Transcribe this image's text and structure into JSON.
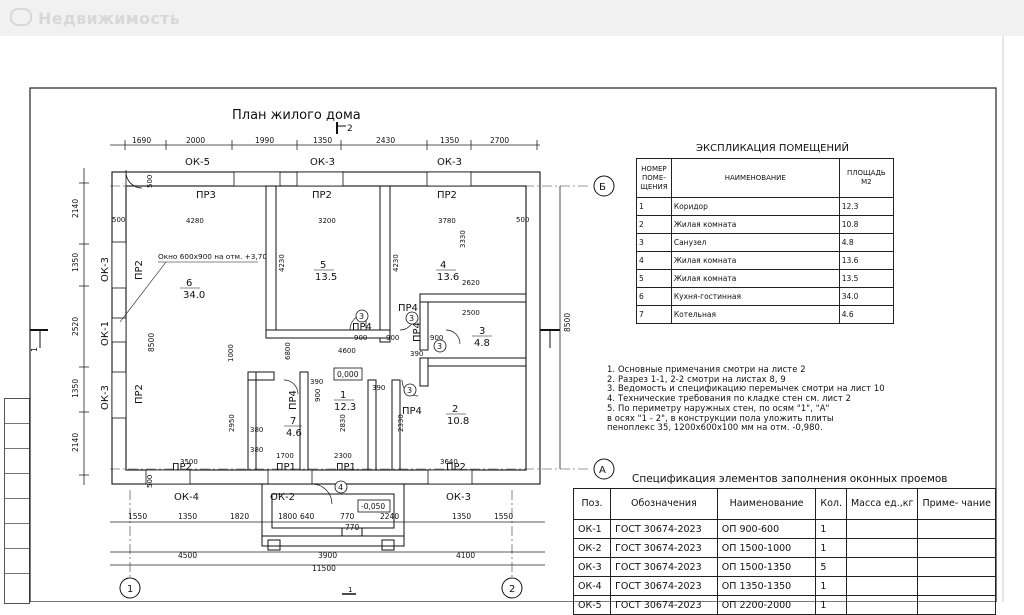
{
  "header": {
    "brand": "Недвижимость"
  },
  "plan": {
    "title": "План жилого дома",
    "section_mark_top": "2",
    "section_mark_side": "1",
    "section_mark_bottom": "1",
    "axes": {
      "b": "Б",
      "a": "А",
      "one": "1",
      "two": "2"
    },
    "dims_top": [
      "1690",
      "2000",
      "1990",
      "1350",
      "2430",
      "1350",
      "2700"
    ],
    "dims_left": [
      "2140",
      "1350",
      "2520",
      "1350",
      "2140"
    ],
    "dims_bottom_row1": [
      "1550",
      "1350",
      "1820",
      "1800",
      "640",
      "770",
      "2240",
      "1350",
      "1550"
    ],
    "dims_bottom_row2": [
      "4500",
      "3900",
      "4100"
    ],
    "dims_bottom_total": "11500",
    "dims_bottom_porch": "770",
    "overall_right": "8500",
    "overall_left_inner": "8500",
    "interior_dims": [
      "4280",
      "3200",
      "3780",
      "3500",
      "3640",
      "2300",
      "1700",
      "2620",
      "2500",
      "4600",
      "900",
      "900",
      "900",
      "1000",
      "2950",
      "2830",
      "2330",
      "4230",
      "4230",
      "3330",
      "500",
      "500",
      "500",
      "500",
      "380",
      "380",
      "390",
      "390",
      "390",
      "900",
      "6800"
    ],
    "window_labels": [
      "ОК-5",
      "ОК-3",
      "ОК-3",
      "ОК-3",
      "ОК-1",
      "ОК-3",
      "ОК-4",
      "ОК-2",
      "ОК-3"
    ],
    "door_labels": [
      "ПР3",
      "ПР2",
      "ПР2",
      "ПР2",
      "ПР2",
      "ПР4",
      "ПР4",
      "ПР4",
      "ПР4",
      "ПР4",
      "ПР2",
      "ПР1",
      "ПР1",
      "ПР2"
    ],
    "window_note": "Окно 600х900 на отм. +3,70",
    "rooms": [
      {
        "num": "6",
        "area": "34.0"
      },
      {
        "num": "5",
        "area": "13.5"
      },
      {
        "num": "4",
        "area": "13.6"
      },
      {
        "num": "3",
        "area": "4.8"
      },
      {
        "num": "1",
        "area": "12.3"
      },
      {
        "num": "7",
        "area": "4.6"
      },
      {
        "num": "2",
        "area": "10.8"
      }
    ],
    "circle_marks": [
      "3",
      "3",
      "3",
      "3",
      "4"
    ],
    "level_main": "0,000",
    "level_porch": "-0,050"
  },
  "explication": {
    "title": "ЭКСПЛИКАЦИЯ ПОМЕЩЕНИЙ",
    "headers": [
      "НОМЕР ПОМЕ- ЩЕНИЯ",
      "НАИМЕНОВАНИЕ",
      "ПЛОЩАДЬ М2"
    ],
    "rows": [
      [
        "1",
        "Коридор",
        "12.3"
      ],
      [
        "2",
        "Жилая комната",
        "10.8"
      ],
      [
        "3",
        "Санузел",
        "4.8"
      ],
      [
        "4",
        "Жилая комната",
        "13.6"
      ],
      [
        "5",
        "Жилая комната",
        "13.5"
      ],
      [
        "6",
        "Кухня-гостинная",
        "34.0"
      ],
      [
        "7",
        "Котельная",
        "4.6"
      ]
    ]
  },
  "notes": [
    "1.  Основные примечания смотри на листе 2",
    "2.  Разрез 1-1, 2-2  смотри на листах 8, 9",
    "3.  Ведомость и спецификацию перемычек смотри на лист 10",
    "4.  Технические требования по кладке стен см. лист 2",
    "5.  По периметру наружных стен, по осям \"1\", \"А\"",
    "     в осях \"1 - 2\", в конструкции пола уложить плиты",
    "     пеноплекс 35, 1200х600х100 мм на отм. -0,980."
  ],
  "spec": {
    "title": "Спецификация элементов заполнения оконных проемов",
    "headers": [
      "Поз.",
      "Обозначения",
      "Наименование",
      "Кол.",
      "Масса ед.,кг",
      "Приме- чание"
    ],
    "rows": [
      [
        "ОК-1",
        "ГОСТ  30674-2023",
        "ОП  900-600",
        "1",
        "",
        ""
      ],
      [
        "ОК-2",
        "ГОСТ  30674-2023",
        "ОП  1500-1000",
        "1",
        "",
        ""
      ],
      [
        "ОК-3",
        "ГОСТ  30674-2023",
        "ОП  1500-1350",
        "5",
        "",
        ""
      ],
      [
        "ОК-4",
        "ГОСТ  30674-2023",
        "ОП  1350-1350",
        "1",
        "",
        ""
      ],
      [
        "ОК-5",
        "ГОСТ  30674-2023",
        "ОП  2200-2000",
        "1",
        "",
        ""
      ]
    ]
  }
}
